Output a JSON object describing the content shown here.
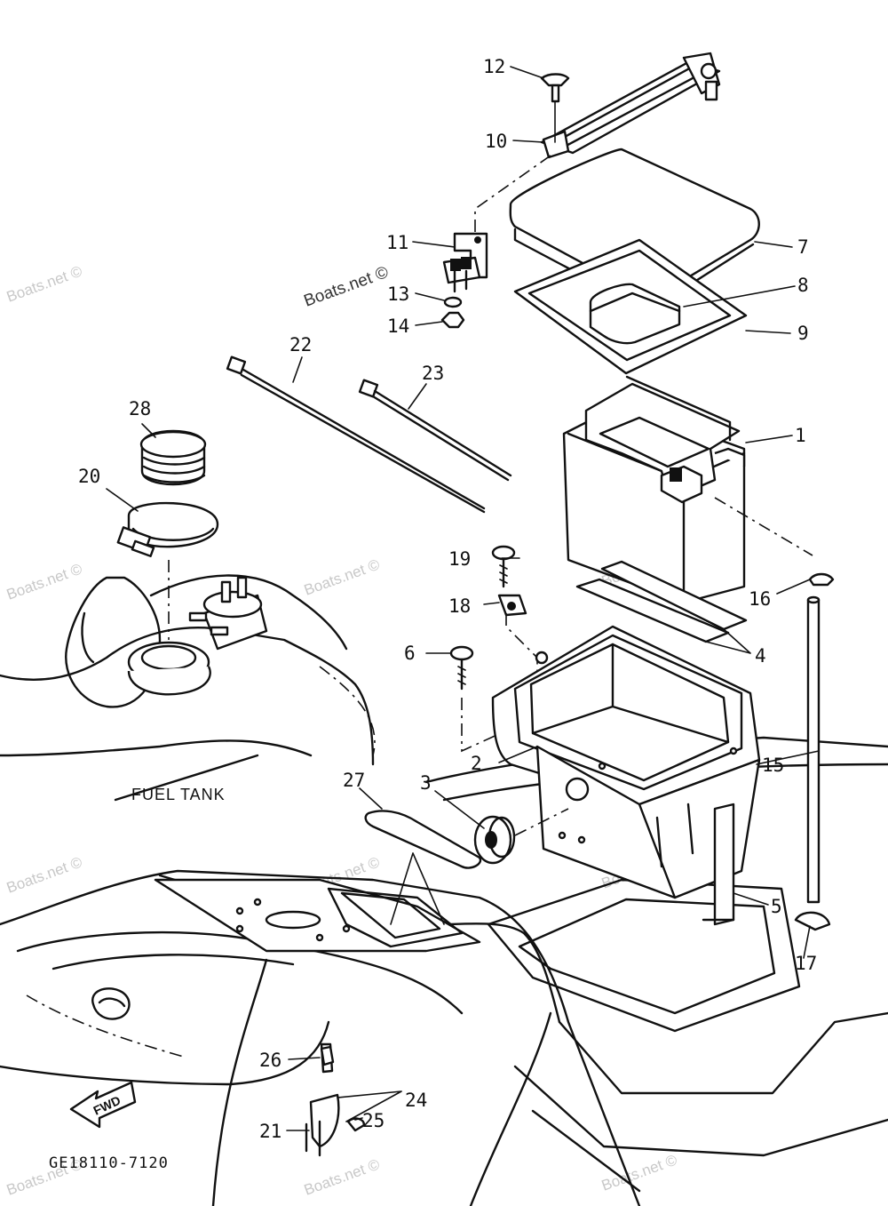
{
  "diagram": {
    "caption_fuel_tank": "FUEL TANK",
    "figure_code": "GE18110-7120",
    "direction_label": "FWD",
    "watermark": "Boats.net ©",
    "callouts": {
      "c1": "1",
      "c2": "2",
      "c3": "3",
      "c4": "4",
      "c5": "5",
      "c6": "6",
      "c7": "7",
      "c8": "8",
      "c9": "9",
      "c10": "10",
      "c11": "11",
      "c12": "12",
      "c13": "13",
      "c14": "14",
      "c15": "15",
      "c16": "16",
      "c17": "17",
      "c18": "18",
      "c19": "19",
      "c20": "20",
      "c21": "21",
      "c22": "22",
      "c23": "23",
      "c24": "24",
      "c25": "25",
      "c26": "26",
      "c27": "27",
      "c28": "28"
    }
  }
}
